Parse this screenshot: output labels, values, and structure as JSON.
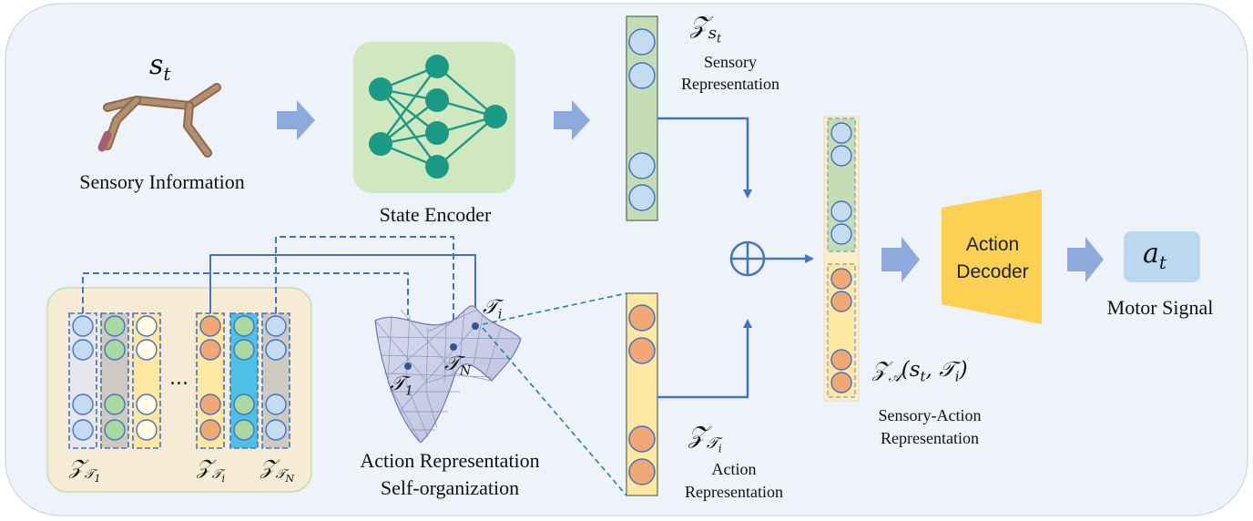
{
  "labels": {
    "sensory_info": "Sensory Information",
    "state_encoder": "State Encoder",
    "sensory_rep_1": "Sensory",
    "sensory_rep_2": "Representation",
    "action_rep_1": "Action",
    "action_rep_2": "Representation",
    "sensory_action_rep_1": "Sensory-Action",
    "sensory_action_rep_2": "Representation",
    "self_org_1": "Action Representation",
    "self_org_2": "Self-organization",
    "action_decoder_1": "Action",
    "action_decoder_2": "Decoder",
    "motor_signal": "Motor Signal",
    "ellipsis": "..."
  },
  "math": {
    "s_t": "s",
    "s_t_sub": "t",
    "a_t": "a",
    "a_t_sub": "t",
    "z_st": "𝒵",
    "z_st_sub": "s",
    "z_st_subsub": "t",
    "z_ti": "𝒵",
    "z_ti_sub": "𝒯",
    "z_ti_subsub": "i",
    "z_a": "𝒵",
    "z_a_sub": "𝒜",
    "z_a_args": "(s",
    "z_a_args_t": "t",
    "z_a_args_tail": ", 𝒯",
    "z_a_args_i": "i",
    "z_a_close": ")",
    "t1": "𝒯",
    "t1_sub": "1",
    "tN": "𝒯",
    "tN_sub": "N",
    "ti": "𝒯",
    "ti_sub": "i",
    "zt1_sub": "1",
    "zti_sub": "i",
    "ztN_sub": "N"
  },
  "colors": {
    "background_panel": "#eef2f9",
    "arrow_fill": "#8ea9dc",
    "line_blue": "#4472c4",
    "encoder_box": "#cfe8c0",
    "node_teal": "#1a9a84",
    "sensory_column": "#c5ddb4",
    "action_column": "#fde7a1",
    "circle_blue": "#c5dbf1",
    "circle_orange": "#f2a874",
    "circle_green": "#a9d8a0",
    "circle_cream": "#fffbe6",
    "decoder": "#fcd153",
    "motor_box": "#bcd8ee",
    "library_panel": "#f6ecd6"
  }
}
